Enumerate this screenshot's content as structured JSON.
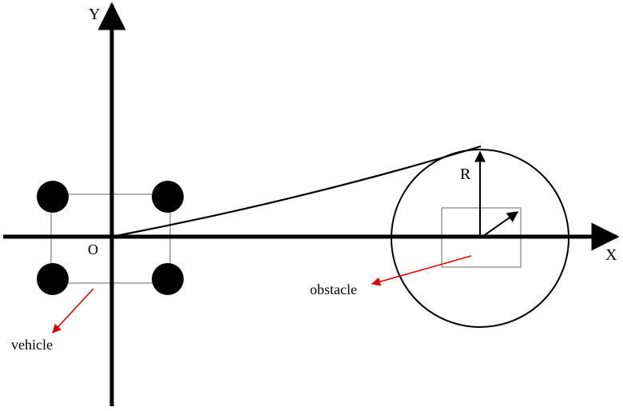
{
  "axes": {
    "x_label": "X",
    "y_label": "Y",
    "origin_label": "O"
  },
  "labels": {
    "radius": "R",
    "obstacle": "obstacle",
    "vehicle": "vehicle"
  },
  "colors": {
    "axis": "#000000",
    "box": "#808080",
    "pointer_arrow": "#e00000",
    "wheel": "#000000"
  }
}
